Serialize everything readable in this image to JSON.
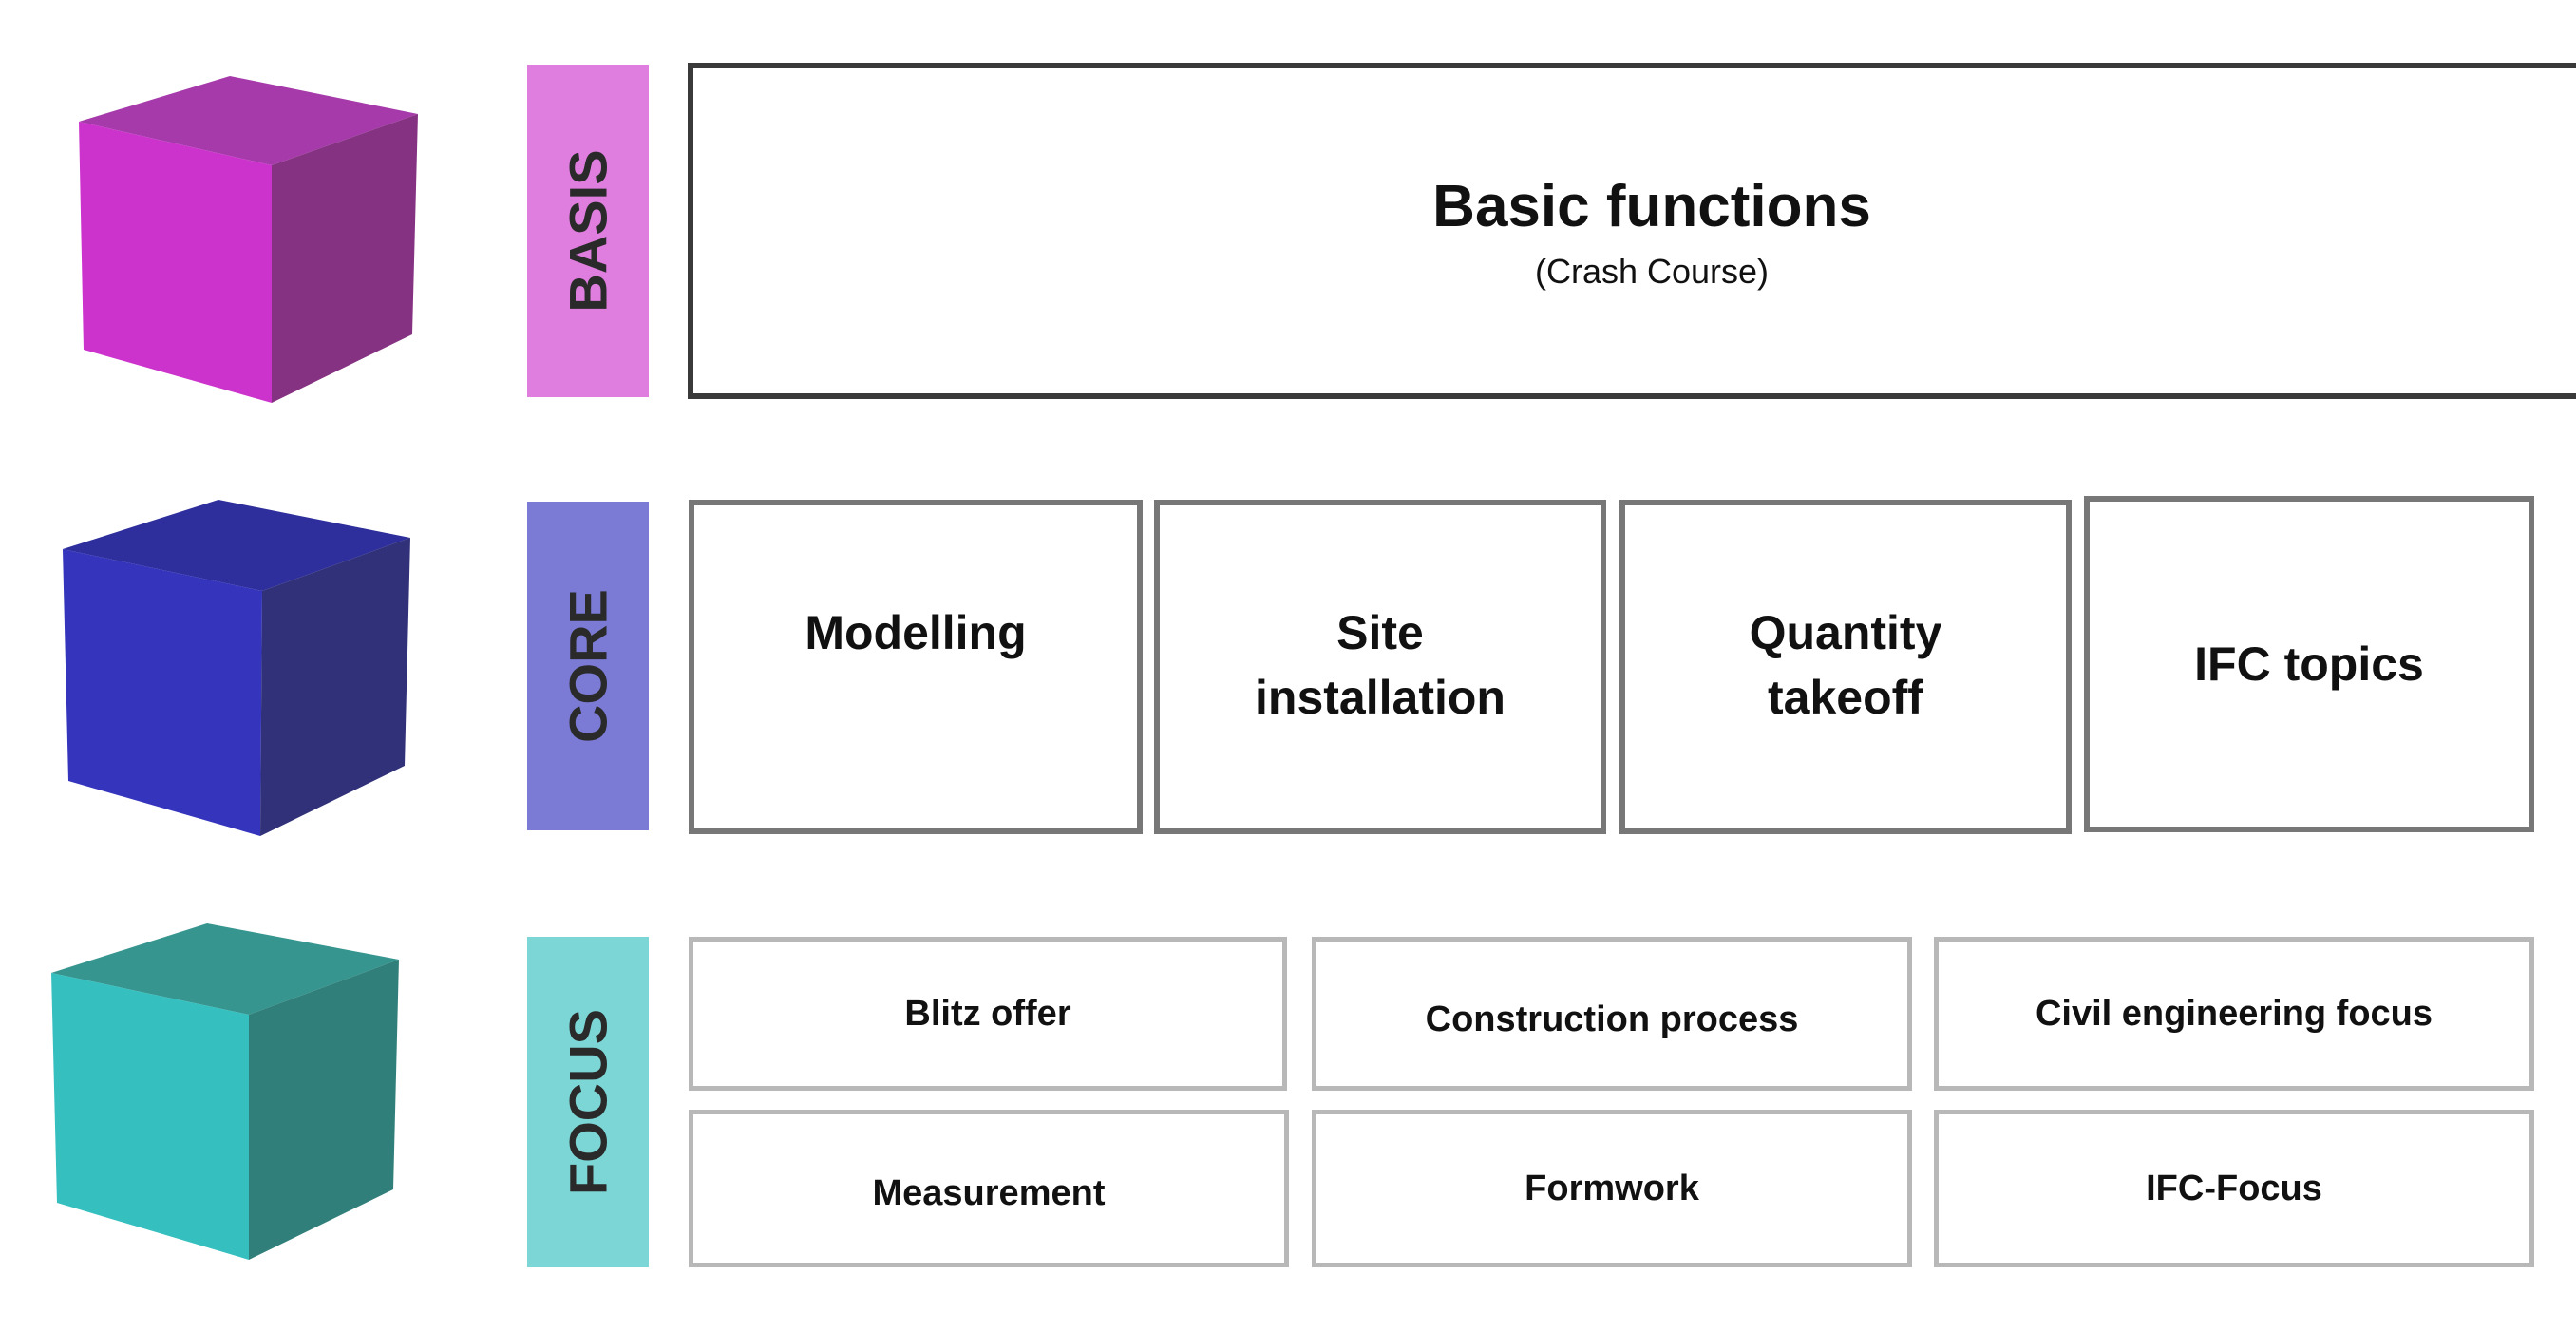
{
  "tiers": {
    "basis": {
      "label": "BASIS",
      "color": "#e07ee0",
      "cube_colors": [
        "#a63aaa",
        "#cc33cc",
        "#863283"
      ]
    },
    "core": {
      "label": "CORE",
      "color": "#7b7bd6",
      "cube_colors": [
        "#2e2e9c",
        "#3434bd",
        "#31317a"
      ]
    },
    "focus": {
      "label": "FOCUS",
      "color": "#7dd6d6",
      "cube_colors": [
        "#36958f",
        "#35bfbf",
        "#307f7a"
      ]
    }
  },
  "basis": {
    "title": "Basic functions",
    "subtitle": "(Crash Course)"
  },
  "core": {
    "items": [
      {
        "label": "Modelling"
      },
      {
        "label": "Site installation"
      },
      {
        "label": "Quantity takeoff"
      },
      {
        "label": "IFC topics"
      }
    ]
  },
  "focus": {
    "items": [
      {
        "label": "Blitz offer"
      },
      {
        "label": "Construction process"
      },
      {
        "label": "Civil engineering focus"
      },
      {
        "label": "Measurement"
      },
      {
        "label": "Formwork"
      },
      {
        "label": "IFC-Focus"
      }
    ]
  }
}
